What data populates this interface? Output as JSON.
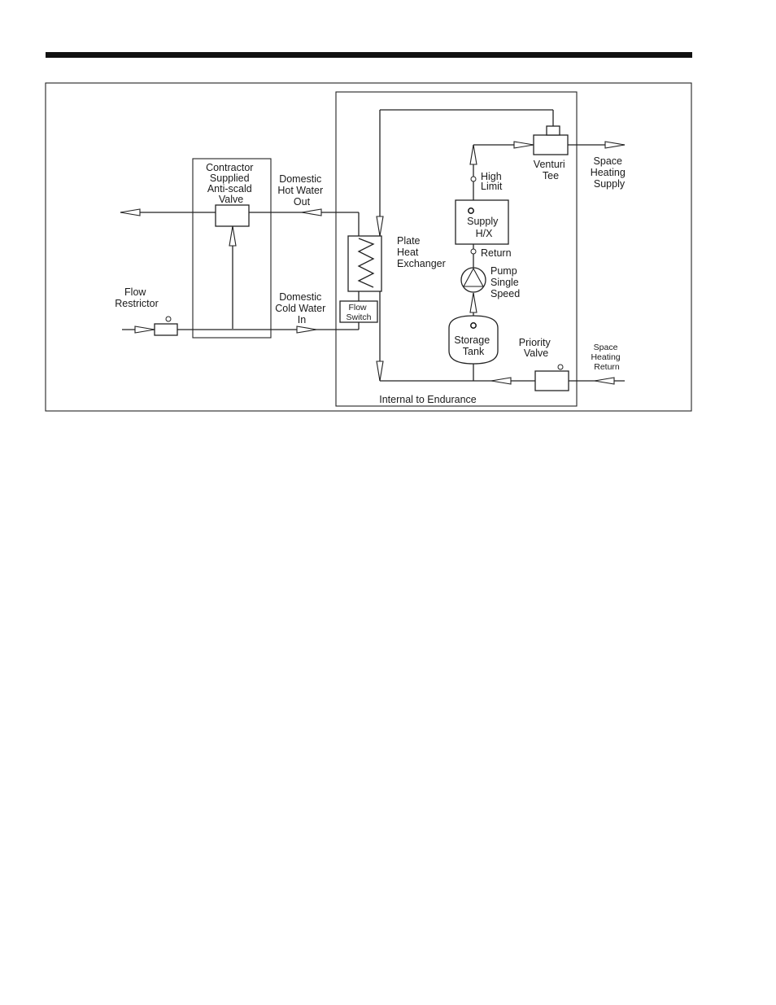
{
  "diagram": {
    "labels": {
      "contractor_valve": [
        "Contractor",
        "Supplied",
        "Anti-scald",
        "Valve"
      ],
      "domestic_hot": [
        "Domestic",
        "Hot Water",
        "Out"
      ],
      "domestic_cold": [
        "Domestic",
        "Cold Water",
        "In"
      ],
      "flow_restrictor": [
        "Flow",
        "Restrictor"
      ],
      "flow_switch": [
        "Flow",
        "Switch"
      ],
      "plate_hx": [
        "Plate",
        "Heat",
        "Exchanger"
      ],
      "high_limit": [
        "High",
        "Limit"
      ],
      "supply_hx": [
        "Supply",
        "H/X"
      ],
      "return": "Return",
      "pump": [
        "Pump",
        "Single",
        "Speed"
      ],
      "storage_tank": [
        "Storage",
        "Tank"
      ],
      "venturi_tee": [
        "Venturi",
        "Tee"
      ],
      "space_heating_supply": [
        "Space",
        "Heating",
        "Supply"
      ],
      "space_heating_return": [
        "Space",
        "Heating",
        "Return"
      ],
      "priority_valve": [
        "Priority",
        "Valve"
      ],
      "internal": "Internal to Endurance"
    }
  }
}
